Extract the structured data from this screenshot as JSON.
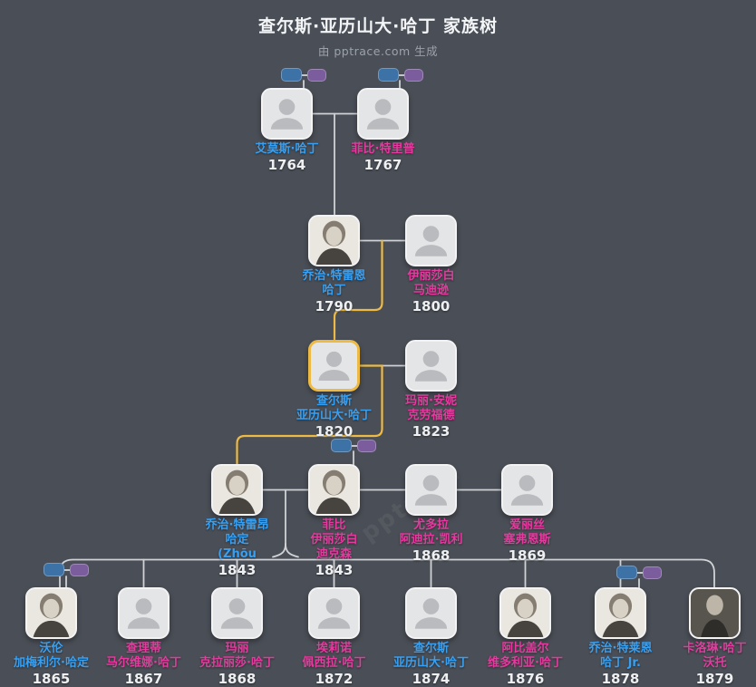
{
  "header": {
    "title": "查尔斯·亚历山大·哈丁 家族树",
    "subtitle": "由 pptrace.com 生成"
  },
  "watermark": {
    "text": "pptrace"
  },
  "colors": {
    "background": "#4a4e56",
    "male_name": "#38a0f2",
    "female_name": "#e53a9e",
    "year_text": "#edeff1",
    "connector_line": "#d8dadd",
    "highlight_path": "#ecba45",
    "chip_blue": "#3d72a7",
    "chip_purple": "#7b5c9d",
    "card_background": "#e4e5e7"
  },
  "people": [
    {
      "id": "amos-harding",
      "name": "艾莫斯·哈丁",
      "line1": "艾莫斯·哈丁",
      "year": "1764",
      "gender": "male",
      "photo": false,
      "highlighted": false,
      "generation": 1
    },
    {
      "id": "phoebe-tripp",
      "name": "菲比·特里普",
      "line1": "菲比·特里普",
      "year": "1767",
      "gender": "female",
      "photo": false,
      "highlighted": false,
      "generation": 1
    },
    {
      "id": "george-tryon-1790",
      "name": "乔治·特雷恩 哈丁",
      "line1": "乔治·特雷恩",
      "line2": "哈丁",
      "year": "1790",
      "gender": "male",
      "photo": true,
      "highlighted": false,
      "generation": 2
    },
    {
      "id": "elizabeth-madison",
      "name": "伊丽莎白 马迪逊",
      "line1": "伊丽莎白",
      "line2": "马迪逊",
      "year": "1800",
      "gender": "female",
      "photo": false,
      "highlighted": false,
      "generation": 2
    },
    {
      "id": "charles-1820",
      "name": "查尔斯 亚历山大·哈丁",
      "line1": "查尔斯",
      "line2": "亚历山大·哈丁",
      "year": "1820",
      "gender": "male",
      "photo": false,
      "highlighted": true,
      "generation": 3
    },
    {
      "id": "mary-anne-crawford",
      "name": "玛丽·安妮 克劳福德",
      "line1": "玛丽·安妮",
      "line2": "克劳福德",
      "year": "1823",
      "gender": "female",
      "photo": false,
      "highlighted": false,
      "generation": 3
    },
    {
      "id": "george-tryon-1843",
      "name": "乔治·特雷昂 哈定 (Zhōu",
      "line1": "乔治·特雷昂",
      "line2": "哈定",
      "line3": "(Zhōu",
      "year": "1843",
      "gender": "male",
      "photo": true,
      "highlighted": false,
      "generation": 4
    },
    {
      "id": "phoebe-dickerson",
      "name": "菲比 伊丽莎白 迪克森",
      "line1": "菲比",
      "line2": "伊丽莎白",
      "line3": "迪克森",
      "year": "1843",
      "gender": "female",
      "photo": true,
      "highlighted": false,
      "generation": 4
    },
    {
      "id": "eudora-kelley",
      "name": "尤多拉 阿迪拉·凯利",
      "line1": "尤多拉",
      "line2": "阿迪拉·凯利",
      "year": "1868",
      "gender": "female",
      "photo": false,
      "highlighted": false,
      "generation": 4
    },
    {
      "id": "alice-severns",
      "name": "爱丽丝 塞弗恩斯",
      "line1": "爱丽丝",
      "line2": "塞弗恩斯",
      "year": "1869",
      "gender": "female",
      "photo": false,
      "highlighted": false,
      "generation": 4
    },
    {
      "id": "warren-harding",
      "name": "沃伦 加梅利尔·哈定",
      "line1": "沃伦",
      "line2": "加梅利尔·哈定",
      "year": "1865",
      "gender": "male",
      "photo": true,
      "highlighted": false,
      "generation": 5
    },
    {
      "id": "charity-harding",
      "name": "查理蒂 马尔维娜·哈丁",
      "line1": "查理蒂",
      "line2": "马尔维娜·哈丁",
      "year": "1867",
      "gender": "female",
      "photo": false,
      "highlighted": false,
      "generation": 5
    },
    {
      "id": "mary-clarissa",
      "name": "玛丽 克拉丽莎·哈丁",
      "line1": "玛丽",
      "line2": "克拉丽莎·哈丁",
      "year": "1868",
      "gender": "female",
      "photo": false,
      "highlighted": false,
      "generation": 5
    },
    {
      "id": "eleanor-priscilla",
      "name": "埃莉诺 佩西拉·哈丁",
      "line1": "埃莉诺",
      "line2": "佩西拉·哈丁",
      "year": "1872",
      "gender": "female",
      "photo": false,
      "highlighted": false,
      "generation": 5
    },
    {
      "id": "charles-1874",
      "name": "查尔斯 亚历山大·哈丁",
      "line1": "查尔斯",
      "line2": "亚历山大·哈丁",
      "year": "1874",
      "gender": "male",
      "photo": false,
      "highlighted": false,
      "generation": 5
    },
    {
      "id": "abigail-victoria",
      "name": "阿比盖尔 维多利亚·哈丁",
      "line1": "阿比盖尔",
      "line2": "维多利亚·哈丁",
      "year": "1876",
      "gender": "female",
      "photo": true,
      "highlighted": false,
      "generation": 5
    },
    {
      "id": "george-tryon-jr",
      "name": "乔治·特莱恩 哈丁 Jr.",
      "line1": "乔治·特莱恩",
      "line2": "哈丁 Jr.",
      "year": "1878",
      "gender": "male",
      "photo": true,
      "highlighted": false,
      "generation": 5
    },
    {
      "id": "carolyn-votaw",
      "name": "卡洛琳·哈丁 沃托",
      "line1": "卡洛琳·哈丁",
      "line2": "沃托",
      "year": "1879",
      "gender": "female",
      "photo": true,
      "highlighted": false,
      "generation": 5
    }
  ]
}
